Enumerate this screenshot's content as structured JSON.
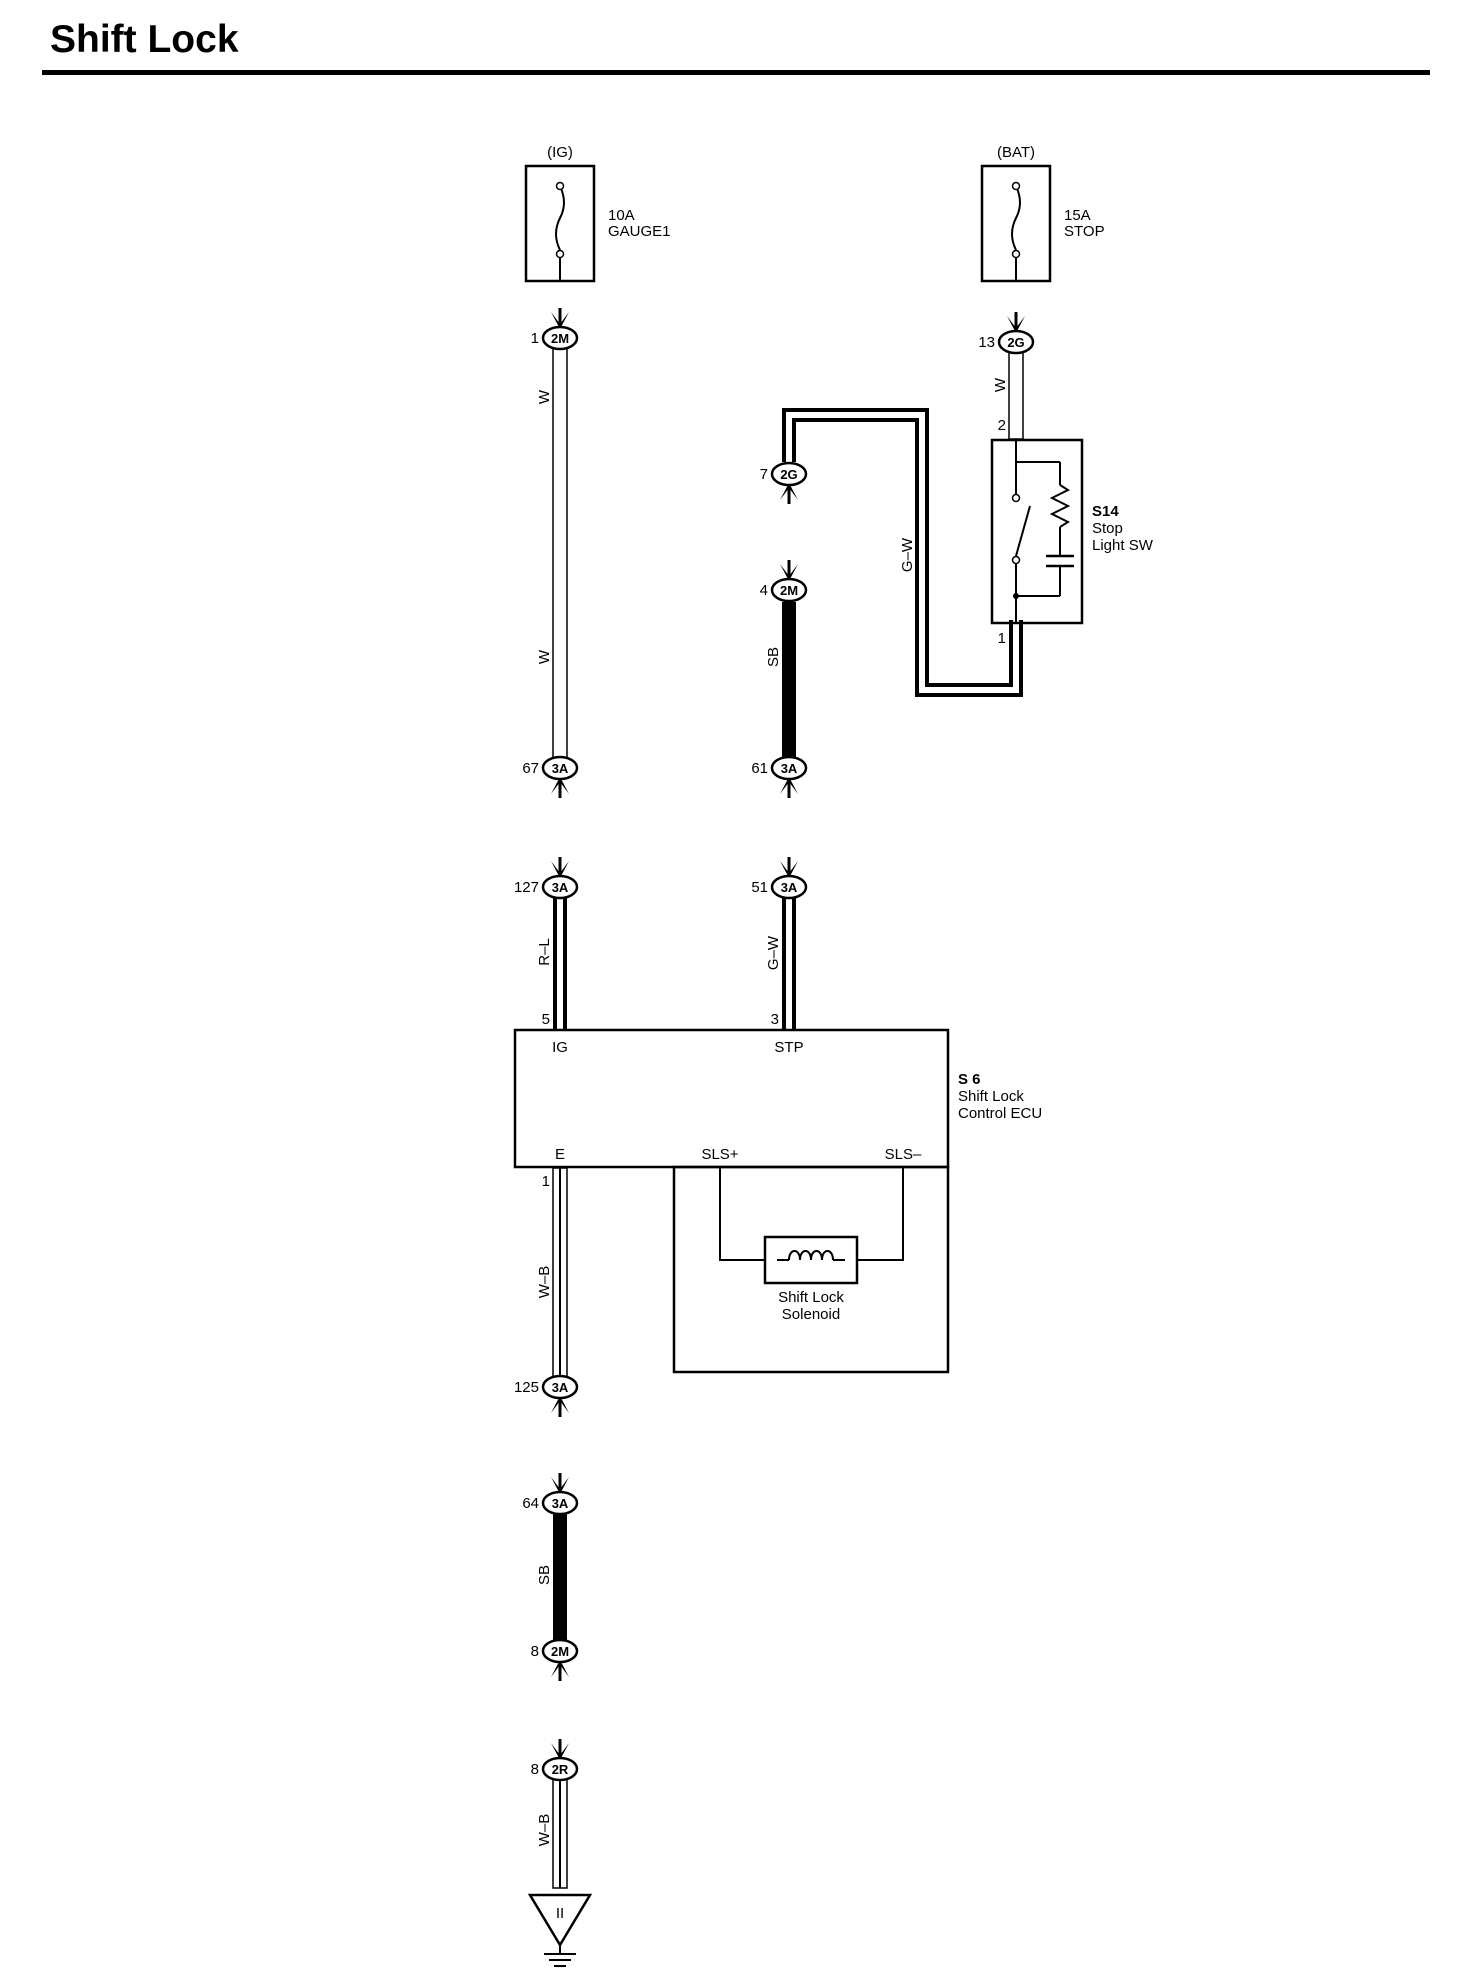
{
  "title": "Shift Lock",
  "fuses": [
    {
      "source": "(IG)",
      "rating": "10A",
      "name": "GAUGE1"
    },
    {
      "source": "(BAT)",
      "rating": "15A",
      "name": "STOP"
    }
  ],
  "connectors": [
    {
      "pin": "1",
      "code": "2M"
    },
    {
      "pin": "67",
      "code": "3A"
    },
    {
      "pin": "127",
      "code": "3A"
    },
    {
      "pin": "13",
      "code": "2G"
    },
    {
      "pin": "7",
      "code": "2G"
    },
    {
      "pin": "4",
      "code": "2M"
    },
    {
      "pin": "61",
      "code": "3A"
    },
    {
      "pin": "51",
      "code": "3A"
    },
    {
      "pin": "125",
      "code": "3A"
    },
    {
      "pin": "64",
      "code": "3A"
    },
    {
      "pin": "8",
      "code": "2M"
    },
    {
      "pin": "8",
      "code": "2R"
    }
  ],
  "wires": [
    {
      "color": "W"
    },
    {
      "color": "W"
    },
    {
      "color": "R–L"
    },
    {
      "color": "W"
    },
    {
      "color": "G–W"
    },
    {
      "color": "SB"
    },
    {
      "color": "G–W"
    },
    {
      "color": "W–B"
    },
    {
      "color": "SB"
    },
    {
      "color": "W–B"
    }
  ],
  "switch": {
    "id": "S14",
    "name_line1": "Stop",
    "name_line2": "Light SW",
    "pin_top": "2",
    "pin_bottom": "1"
  },
  "ecu": {
    "id": "S 6",
    "name_line1": "Shift Lock",
    "name_line2": "Control ECU",
    "terminals": {
      "ig": "IG",
      "stp": "STP",
      "e": "E",
      "sls_plus": "SLS+",
      "sls_minus": "SLS–"
    },
    "pins": {
      "ig": "5",
      "stp": "3",
      "e": "1"
    }
  },
  "solenoid": {
    "name_line1": "Shift Lock",
    "name_line2": "Solenoid"
  },
  "ground": {
    "symbol": "II"
  }
}
